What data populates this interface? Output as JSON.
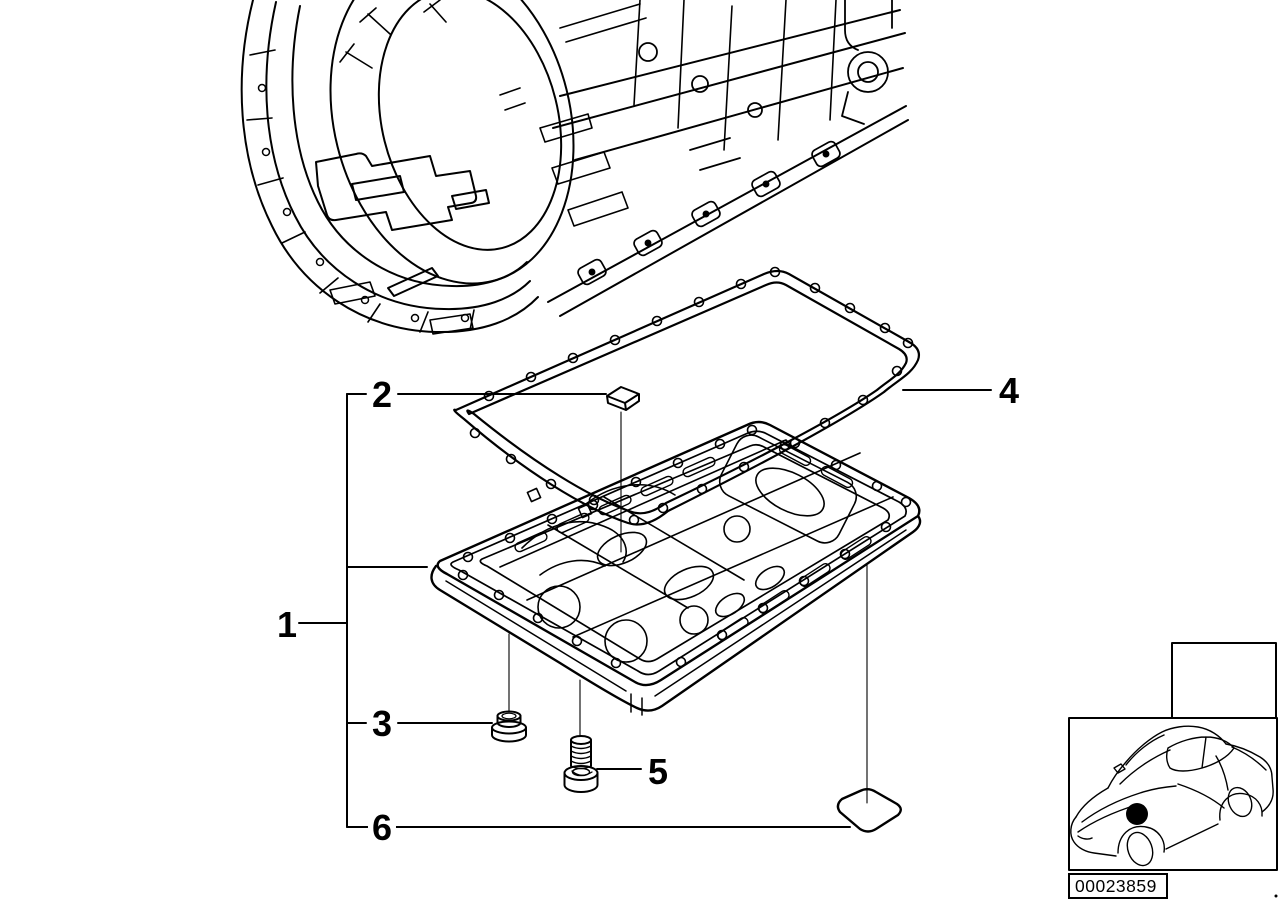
{
  "diagram": {
    "callouts": [
      {
        "id": "1"
      },
      {
        "id": "2"
      },
      {
        "id": "3"
      },
      {
        "id": "4"
      },
      {
        "id": "5"
      },
      {
        "id": "6"
      }
    ],
    "part_number": "00023859",
    "colors": {
      "line": "#000000",
      "background": "#ffffff"
    }
  }
}
